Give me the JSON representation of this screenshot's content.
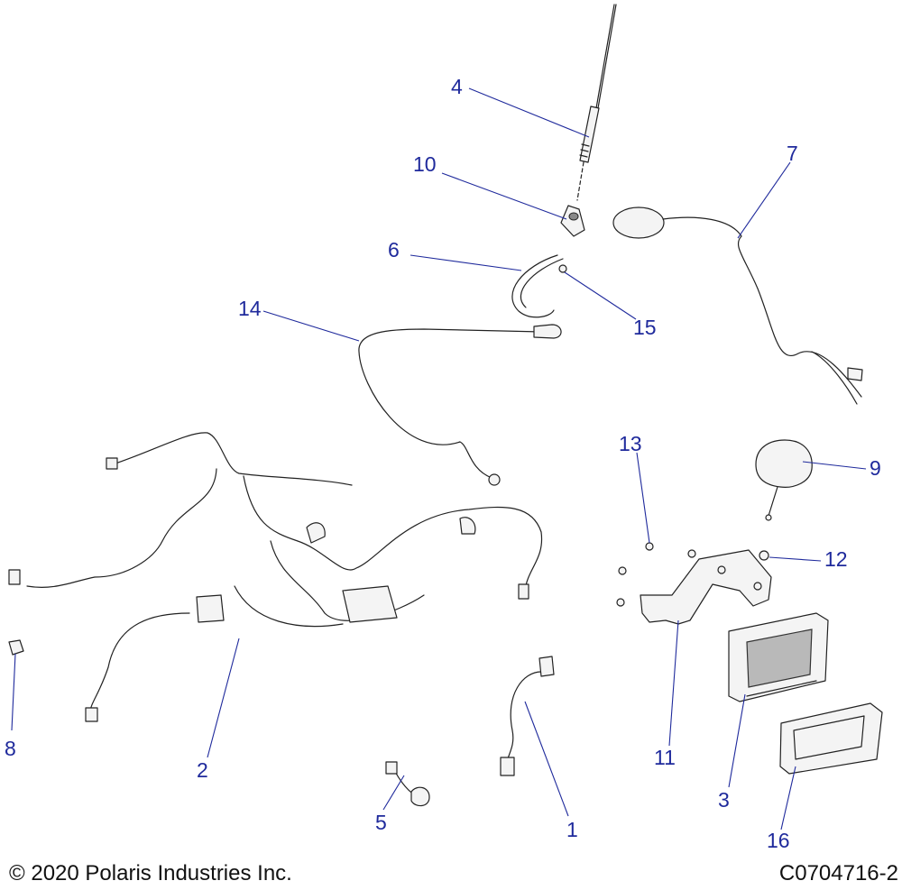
{
  "diagram": {
    "callouts": [
      {
        "id": "1",
        "label": "1"
      },
      {
        "id": "2",
        "label": "2"
      },
      {
        "id": "3",
        "label": "3"
      },
      {
        "id": "4",
        "label": "4"
      },
      {
        "id": "5",
        "label": "5"
      },
      {
        "id": "6",
        "label": "6"
      },
      {
        "id": "7",
        "label": "7"
      },
      {
        "id": "8",
        "label": "8"
      },
      {
        "id": "9",
        "label": "9"
      },
      {
        "id": "10",
        "label": "10"
      },
      {
        "id": "11",
        "label": "11"
      },
      {
        "id": "12",
        "label": "12"
      },
      {
        "id": "13",
        "label": "13"
      },
      {
        "id": "14",
        "label": "14"
      },
      {
        "id": "15",
        "label": "15"
      },
      {
        "id": "16",
        "label": "16"
      }
    ],
    "callout_color": "#1f2a9c",
    "line_color": "#222222"
  },
  "footer": {
    "copyright": "© 2020 Polaris Industries Inc.",
    "drawing_id": "C0704716-2"
  }
}
